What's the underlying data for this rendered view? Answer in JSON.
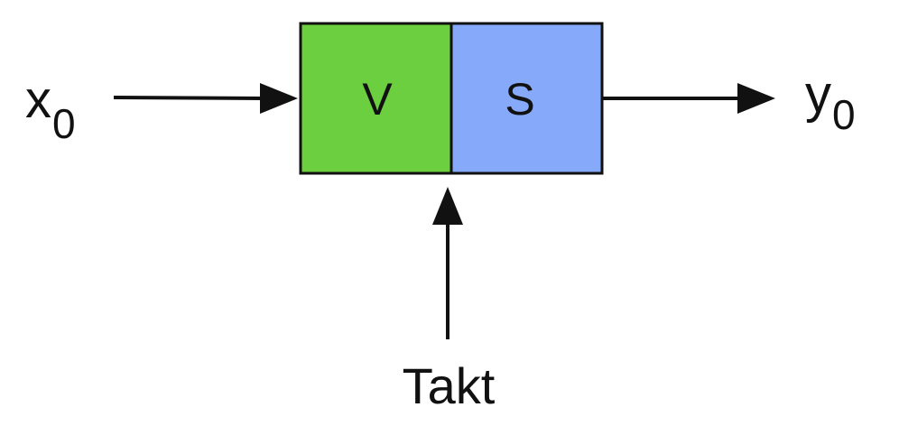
{
  "diagram": {
    "input": {
      "main": "x",
      "sub": "0"
    },
    "output": {
      "main": "y",
      "sub": "0"
    },
    "blocks": [
      {
        "label": "V",
        "color": "#6bcf40"
      },
      {
        "label": "S",
        "color": "#86aaf9"
      }
    ],
    "clock": {
      "label": "Takt"
    },
    "colors": {
      "stroke": "#111111",
      "background": "#ffffff"
    }
  }
}
